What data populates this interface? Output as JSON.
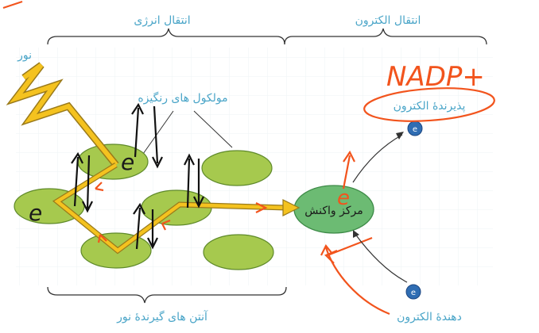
{
  "labels": {
    "energy_transfer": "انتقال انرژی",
    "electron_transfer": "انتقال الکترون",
    "light": "نور",
    "pigment_molecules": "مولکول های رنگیزه",
    "electron_acceptor": "پذیرندهٔ الکترون",
    "reaction_center": "مرکز واکنش",
    "antenna": "آنتن های گیرندهٔ نور",
    "electron_donor": "دهندهٔ الکترون"
  },
  "annotations": {
    "nadp": "NADP+",
    "electron_symbol": "e",
    "electron_mark": "e"
  },
  "colors": {
    "label_blue": "#4aa5c8",
    "pigment_fill": "#a6c94e",
    "reaction_fill": "#6cbb73",
    "arrow_yellow": "#f4c21f",
    "annotation_orange": "#f2541d"
  }
}
